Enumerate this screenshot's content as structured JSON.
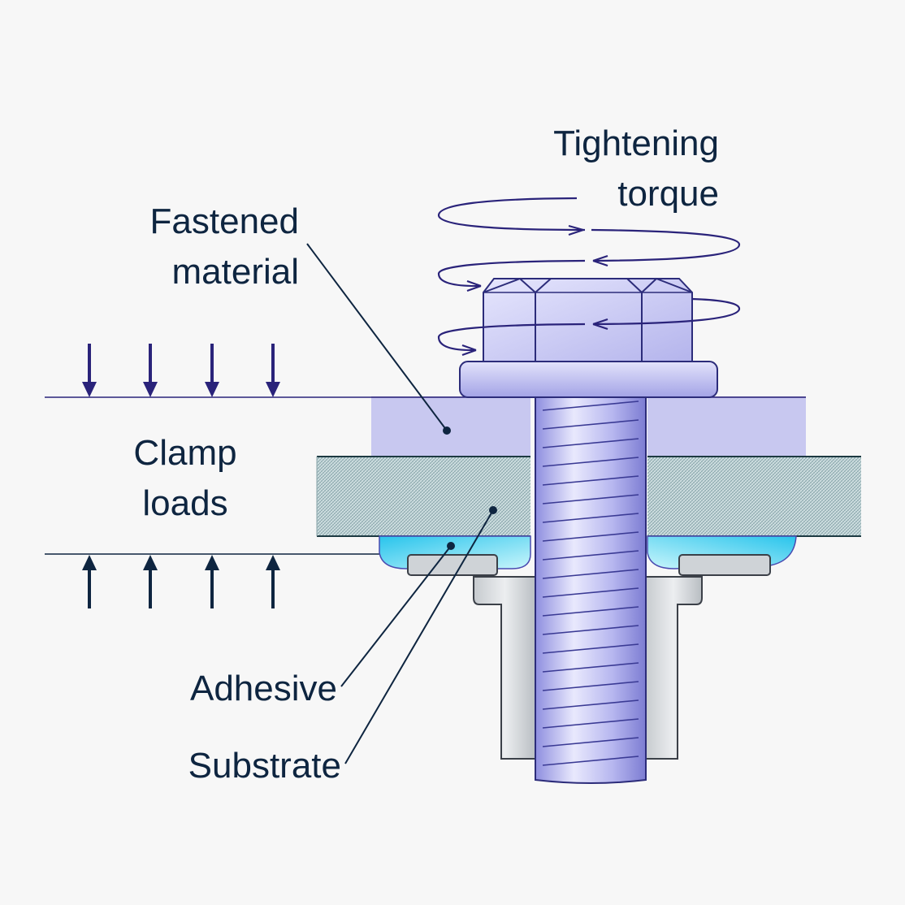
{
  "labels": {
    "torque_line1": "Tightening",
    "torque_line2": "torque",
    "fastened_line1": "Fastened",
    "fastened_line2": "material",
    "clamp_line1": "Clamp",
    "clamp_line2": "loads",
    "adhesive": "Adhesive",
    "substrate": "Substrate"
  },
  "colors": {
    "background": "#f7f7f7",
    "text": "#0e2540",
    "bolt": "#c9c9f4",
    "bolt_outline": "#2c2c7a",
    "fastened_material": "#c8c8f0",
    "substrate": "#c2d4d6",
    "adhesive": "#7fe3f2",
    "rivet_nut": "#d4d7da",
    "arrow_down": "#2a237a",
    "arrow_up": "#0e2540"
  }
}
